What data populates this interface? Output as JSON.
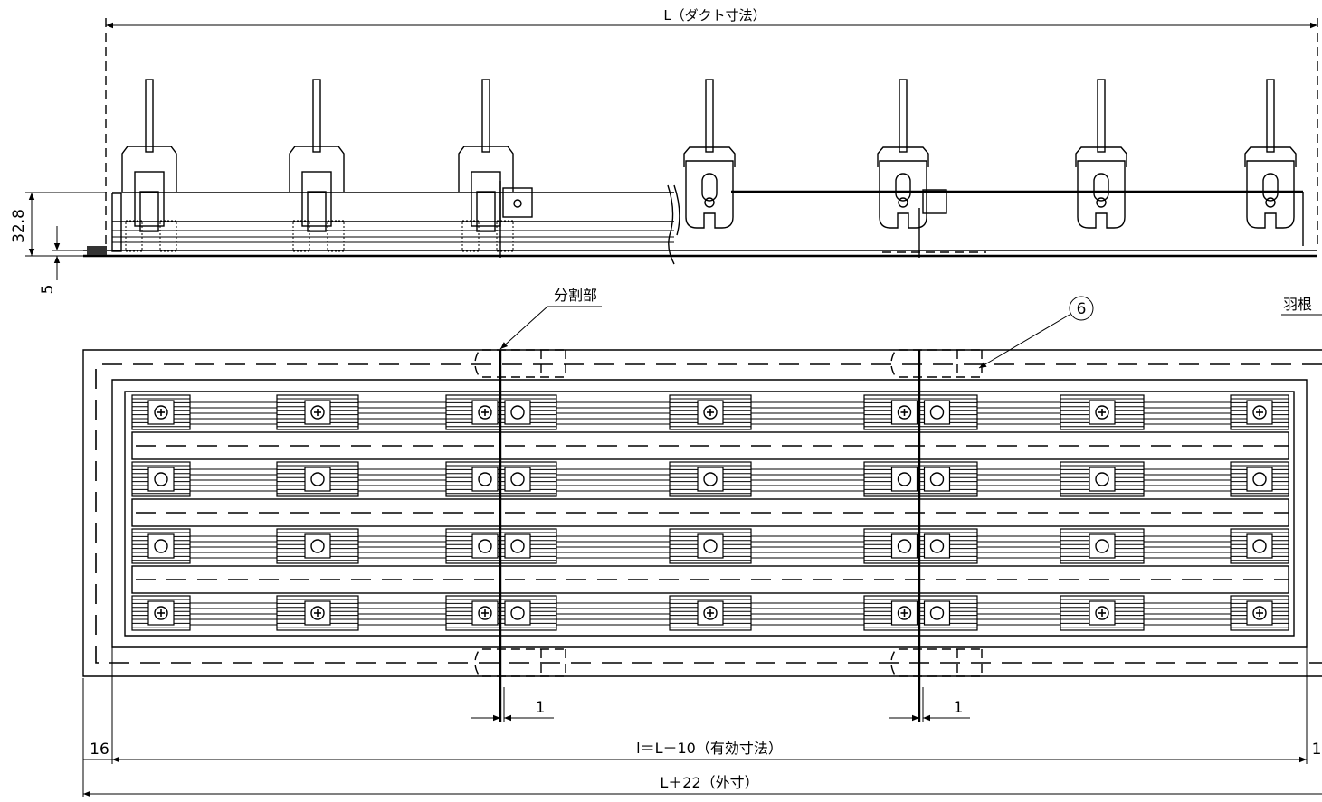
{
  "dimensions": {
    "duct_length": "L（ダクト寸法）",
    "height": "32.8",
    "flange": "5",
    "split_gap": "1",
    "split_gap_right": "1",
    "left_margin": "16",
    "right_margin_partial": "1",
    "effective_length": "l＝L－10（有効寸法）",
    "outer_length": "L＋22（外寸）"
  },
  "callouts": {
    "split_section": "分割部",
    "part_number": "6",
    "blade_partial": "羽根"
  }
}
